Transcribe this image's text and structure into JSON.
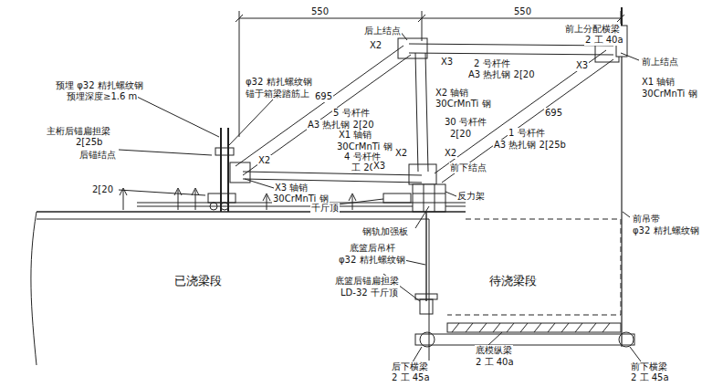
{
  "diagram": {
    "labels": [
      "550",
      "550",
      "后上结点",
      "前上分配横梁",
      "2 工 40a",
      "前上结点",
      "预埋 φ32 精扎螺纹钢",
      "预埋深度≥1.6 m",
      "φ32 精扎螺纹钢",
      "锚于箱梁踏筋上",
      "X2",
      "X3",
      "X3",
      "695",
      "2 号杆件",
      "A3 热扎钢 2[20",
      "X1 轴销",
      "30CrMnTi 钢",
      "695",
      "X2 轴销",
      "30CrMnTi 钢",
      "5 号杆件",
      "A3 热扎钢 2[20",
      "30 号杆件",
      "2[20",
      "主桁后锚扁担梁",
      "2[25b",
      "X1 轴销",
      "30CrMnTi 钢",
      "1 号杆件",
      "A3 热扎钢 2[25b",
      "后锚结点",
      "4 号杆件",
      "工 20",
      "X2",
      "X2",
      "X3",
      "前下结点",
      "X2",
      "2[20",
      "X3 轴销",
      "30CrMnTi 钢",
      "千斤顶",
      "反力架",
      "钢轨加强板",
      "前吊带",
      "φ32 精扎螺纹钢",
      "已浇梁段",
      "待浇梁段",
      "底篮后吊杆",
      "φ32 精扎螺纹钢",
      "底篮后锚扁担梁",
      "LD-32 千斤顶",
      "底模纵梁",
      "2 工 40a",
      "后下横梁",
      "2 工 45a",
      "前下横梁",
      "2 工 45a"
    ]
  }
}
